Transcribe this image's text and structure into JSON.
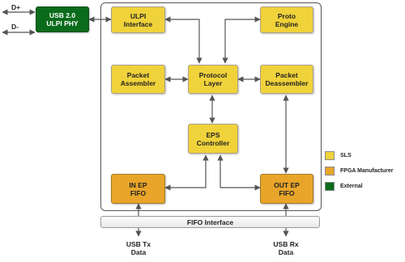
{
  "signals": {
    "dplus": "D+",
    "dminus": "D-"
  },
  "blocks": {
    "phy": "USB 2.0\nULPI PHY",
    "ulpi": "ULPI\nInterface",
    "proto_engine": "Proto\nEngine",
    "packet_assembler": "Packet\nAssembler",
    "protocol_layer": "Protocol\nLayer",
    "packet_deassembler": "Packet\nDeassembler",
    "eps_controller": "EPS\nController",
    "in_ep_fifo": "IN EP\nFIFO",
    "out_ep_fifo": "OUT EP\nFIFO"
  },
  "fifo_interface": "FIFO Interface",
  "io": {
    "usb_tx": "USB Tx\nData",
    "usb_rx": "USB Rx\nData"
  },
  "legend": [
    {
      "label": "SLS",
      "color": "#f0d23a"
    },
    {
      "label": "FPGA Manufacturer",
      "color": "#e8a52a"
    },
    {
      "label": "External",
      "color": "#0b6b1c"
    }
  ]
}
